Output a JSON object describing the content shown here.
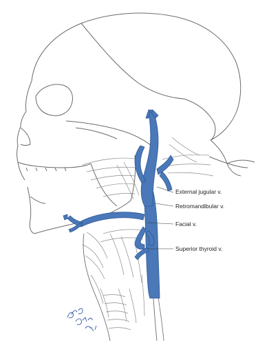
{
  "labels": {
    "external_jugular": "External jugular v.",
    "retromandibular": "Retromandibular v.",
    "facial": "Facial v.",
    "superior_thyroid": "Superior thyroid v."
  },
  "colors": {
    "vein": "#4a78b8",
    "vein_dark": "#2f5a96",
    "outline": "#555555",
    "hatch": "#9a9a9a",
    "signature": "#3a5aa8"
  }
}
